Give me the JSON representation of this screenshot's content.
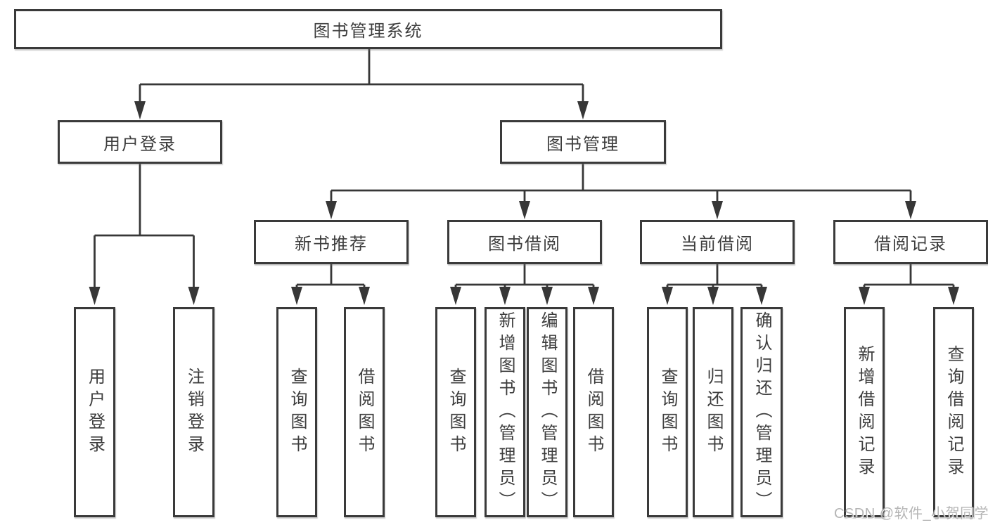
{
  "colors": {
    "background": "#ffffff",
    "line": "#373737",
    "box_border": "#3a3a3a",
    "text": "#3d3d3d",
    "watermark": "#a8a8a8"
  },
  "tree": {
    "root": {
      "label": "图书管理系统"
    },
    "branches": [
      {
        "label": "用户登录",
        "children": [
          {
            "label": "用户登录"
          },
          {
            "label": "注销登录"
          }
        ]
      },
      {
        "label": "图书管理",
        "groups": [
          {
            "label": "新书推荐",
            "children": [
              {
                "label": "查询图书"
              },
              {
                "label": "借阅图书"
              }
            ]
          },
          {
            "label": "图书借阅",
            "children": [
              {
                "label": "查询图书"
              },
              {
                "label": "新增图书（管理员）"
              },
              {
                "label": "编辑图书（管理员）"
              },
              {
                "label": "借阅图书"
              }
            ]
          },
          {
            "label": "当前借阅",
            "children": [
              {
                "label": "查询图书"
              },
              {
                "label": "归还图书"
              },
              {
                "label": "确认归还（管理员）"
              }
            ]
          },
          {
            "label": "借阅记录",
            "children": [
              {
                "label": "新增借阅记录"
              },
              {
                "label": "查询借阅记录"
              }
            ]
          }
        ]
      }
    ]
  },
  "watermark": {
    "text": "CSDN @软件_小贺同学"
  }
}
